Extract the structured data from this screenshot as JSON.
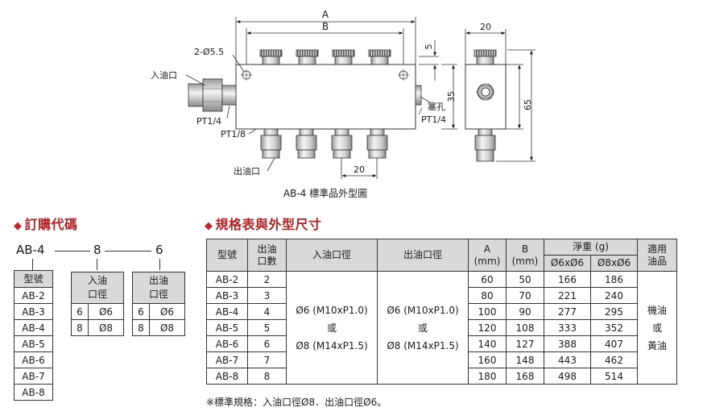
{
  "drawing": {
    "dim_A": "A",
    "dim_B": "B",
    "dim_5": "5",
    "dim_20_top": "20",
    "dim_35": "35",
    "dim_65": "65",
    "dim_20_bottom": "20",
    "hole_label": "2-Ø5.5",
    "inlet_label": "入油口",
    "pt14_left": "PT1/4",
    "pt18": "PT1/8",
    "plug_label": "塞孔",
    "pt14_right": "PT1/4",
    "outlet_label": "出油口",
    "caption": "AB-4 標準品外型圖"
  },
  "order": {
    "title": "訂購代碼",
    "code_parts": [
      "AB-4",
      "8",
      "6"
    ],
    "model_header": "型號",
    "models": [
      "AB-2",
      "AB-3",
      "AB-4",
      "AB-5",
      "AB-6",
      "AB-7",
      "AB-8"
    ],
    "inlet_header": [
      "入油",
      "口徑"
    ],
    "inlet_rows": [
      [
        "6",
        "Ø6"
      ],
      [
        "8",
        "Ø8"
      ]
    ],
    "outlet_header": [
      "出油",
      "口徑"
    ],
    "outlet_rows": [
      [
        "6",
        "Ø6"
      ],
      [
        "8",
        "Ø8"
      ]
    ]
  },
  "spec": {
    "title": "規格表與外型尺寸",
    "headers": {
      "model": "型號",
      "outlets": [
        "出油",
        "口數"
      ],
      "inlet_dia": "入油口徑",
      "outlet_dia": "出油口徑",
      "A": "A",
      "A_unit": "(mm)",
      "B": "B",
      "B_unit": "(mm)",
      "weight": "淨重 (g)",
      "weight_sub": [
        "Ø6xØ6",
        "Ø8xØ6"
      ],
      "oil": [
        "適用",
        "油品"
      ]
    },
    "rows": [
      {
        "model": "AB-2",
        "outlets": "2",
        "A": "60",
        "B": "50",
        "w1": "166",
        "w2": "186"
      },
      {
        "model": "AB-3",
        "outlets": "3",
        "A": "80",
        "B": "70",
        "w1": "221",
        "w2": "240"
      },
      {
        "model": "AB-4",
        "outlets": "4",
        "A": "100",
        "B": "90",
        "w1": "277",
        "w2": "295"
      },
      {
        "model": "AB-5",
        "outlets": "5",
        "A": "120",
        "B": "108",
        "w1": "333",
        "w2": "352"
      },
      {
        "model": "AB-6",
        "outlets": "6",
        "A": "140",
        "B": "127",
        "w1": "388",
        "w2": "407"
      },
      {
        "model": "AB-7",
        "outlets": "7",
        "A": "160",
        "B": "148",
        "w1": "443",
        "w2": "462"
      },
      {
        "model": "AB-8",
        "outlets": "8",
        "A": "180",
        "B": "168",
        "w1": "498",
        "w2": "514"
      }
    ],
    "inlet_dia_text": [
      "Ø6 (M10xP1.0)",
      "或",
      "Ø8 (M14xP1.5)"
    ],
    "outlet_dia_text": [
      "Ø6 (M10xP1.0)",
      "或",
      "Ø8 (M14xP1.5)"
    ],
    "oil_text": [
      "機油",
      "或",
      "黃油"
    ],
    "note": "※標準規格：入油口徑Ø8．出油口徑Ø6。"
  }
}
